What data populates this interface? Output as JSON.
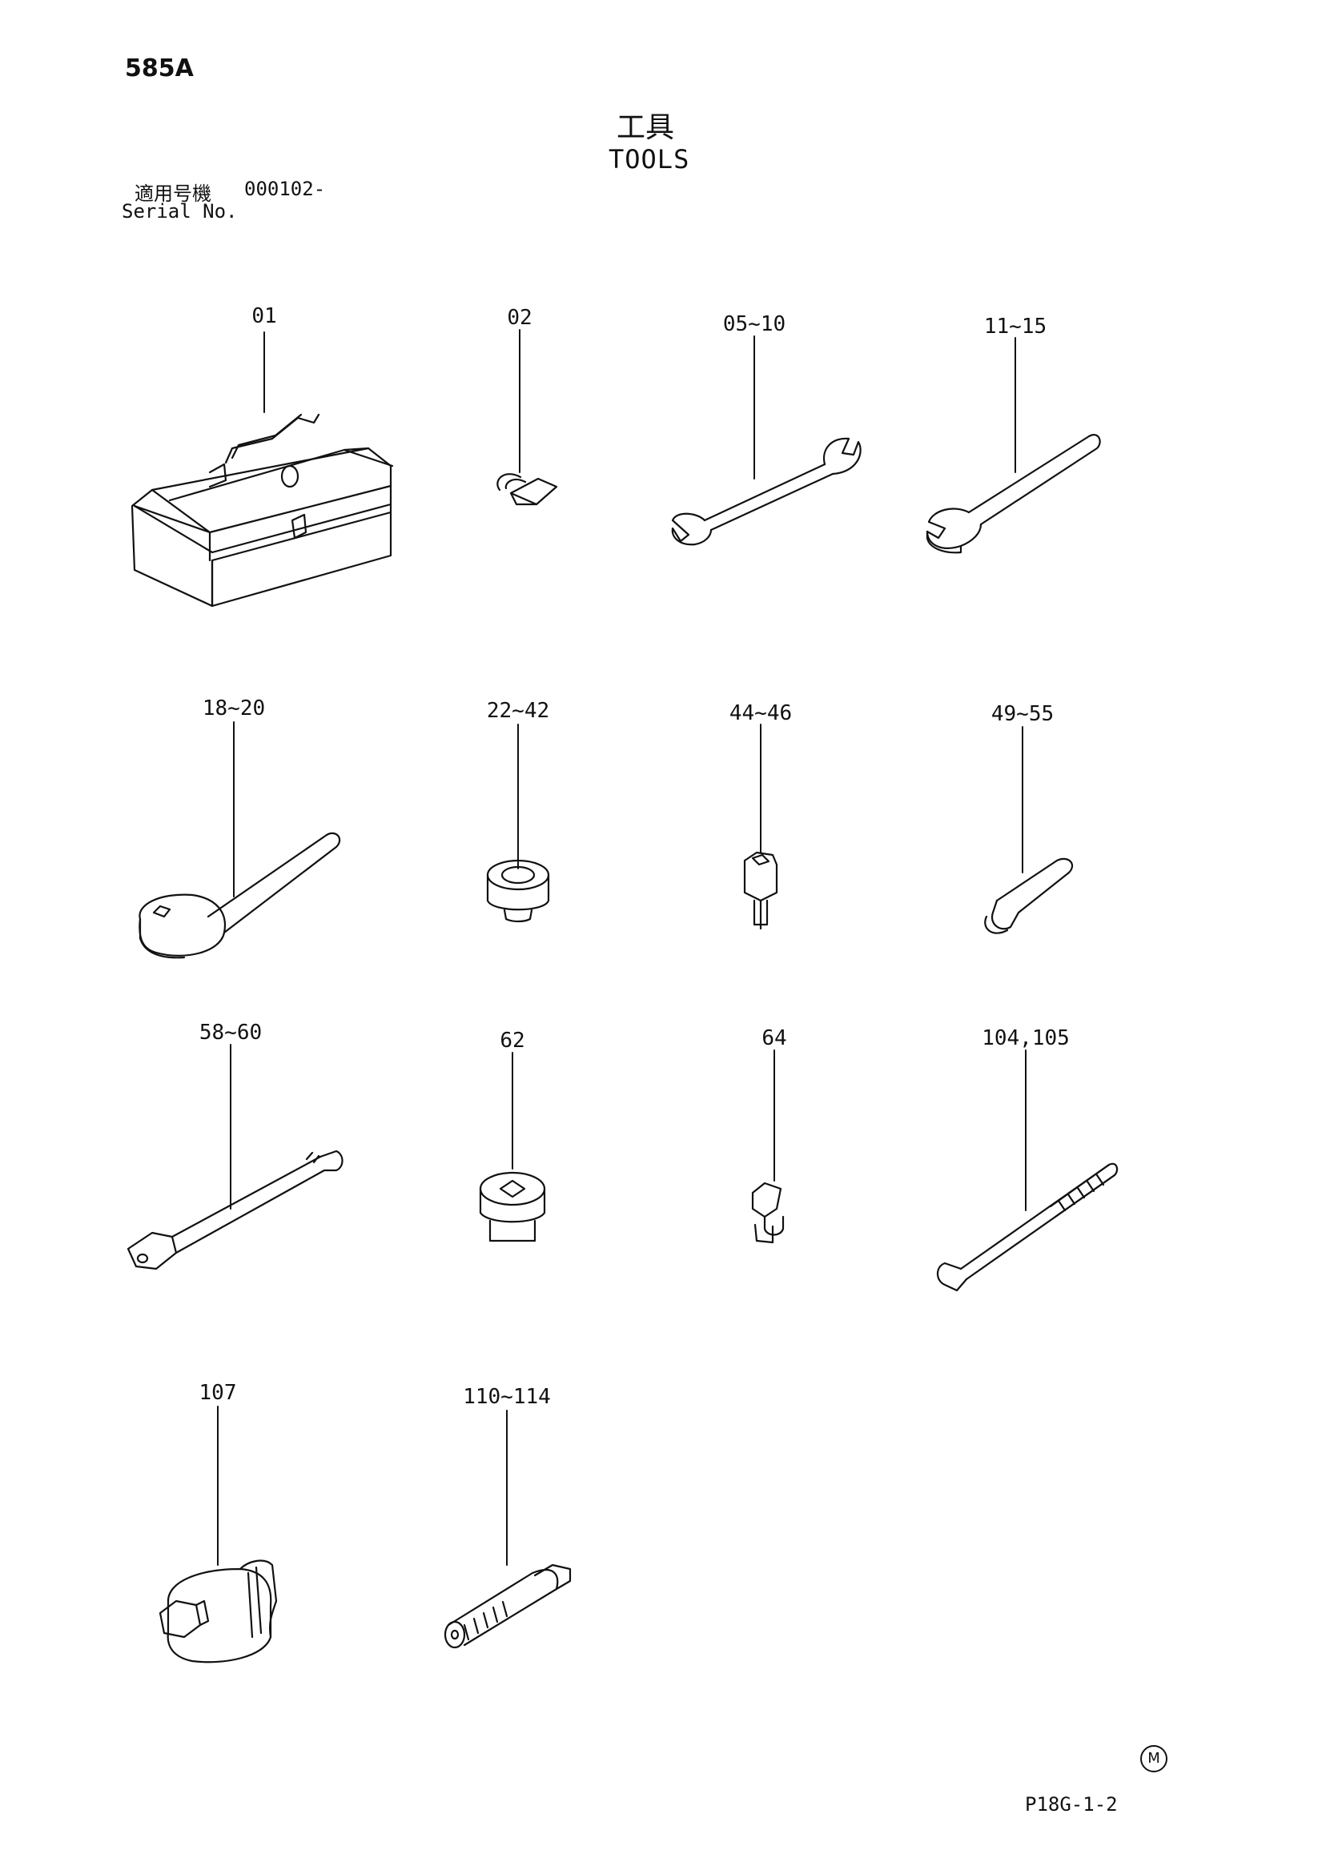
{
  "header": {
    "page_code": "585A",
    "title_jp": "工具",
    "title_en": "TOOLS",
    "serial_label_jp": "適用号機",
    "serial_value": "000102-",
    "serial_label_en": "Serial No."
  },
  "callouts": [
    {
      "id": "01",
      "label": "01",
      "part": "tool-box"
    },
    {
      "id": "02",
      "label": "02",
      "part": "hook"
    },
    {
      "id": "05-10",
      "label": "05~10",
      "part": "double-open-end-wrench"
    },
    {
      "id": "11-15",
      "label": "11~15",
      "part": "open-end-wrench"
    },
    {
      "id": "18-20",
      "label": "18~20",
      "part": "ratchet-handle"
    },
    {
      "id": "22-42",
      "label": "22~42",
      "part": "socket"
    },
    {
      "id": "44-46",
      "label": "44~46",
      "part": "hex-bit-socket"
    },
    {
      "id": "49-55",
      "label": "49~55",
      "part": "hex-key"
    },
    {
      "id": "58-60",
      "label": "58~60",
      "part": "extension-bar"
    },
    {
      "id": "62",
      "label": "62",
      "part": "adapter"
    },
    {
      "id": "64",
      "label": "64",
      "part": "universal-joint"
    },
    {
      "id": "104-105",
      "label": "104,105",
      "part": "l-handle-bolt"
    },
    {
      "id": "107",
      "label": "107",
      "part": "large-socket"
    },
    {
      "id": "110-114",
      "label": "110~114",
      "part": "stud-bolt"
    }
  ],
  "footer": {
    "marker": "M",
    "drawing_code": "P18G-1-2"
  }
}
